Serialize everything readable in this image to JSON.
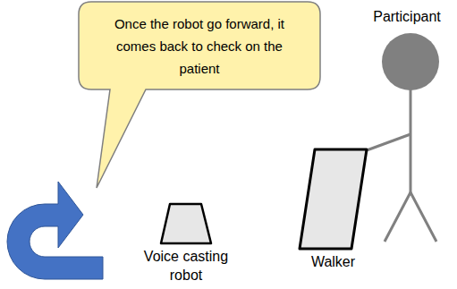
{
  "diagram": {
    "nodes": [
      {
        "text": [
          "Once the robot go forward, it comes back to check on the patient"
        ]
      },
      {
        "text": [
          "Voice casting robot"
        ]
      },
      {
        "text": [
          "Walker"
        ]
      }
    ],
    "labels": [
      "Participant"
    ]
  }
}
